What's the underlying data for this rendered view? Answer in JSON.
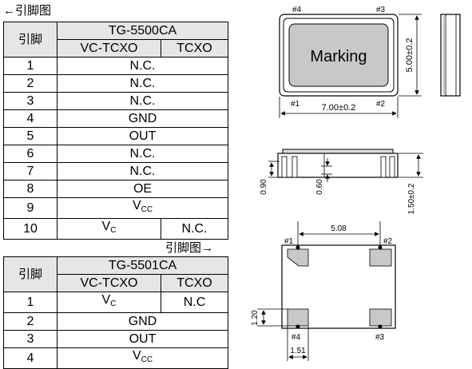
{
  "caption_top": "←引脚图",
  "caption_mid": "引脚图→",
  "table1": {
    "pin_header": "引脚",
    "model": "TG-5500CA",
    "col_vc": "VC-TCXO",
    "col_tc": "TCXO",
    "rows": [
      {
        "pin": "1",
        "func": "N.C."
      },
      {
        "pin": "2",
        "func": "N.C."
      },
      {
        "pin": "3",
        "func": "N.C."
      },
      {
        "pin": "4",
        "func": "GND"
      },
      {
        "pin": "5",
        "func": "OUT"
      },
      {
        "pin": "6",
        "func": "N.C."
      },
      {
        "pin": "7",
        "func": "N.C."
      },
      {
        "pin": "8",
        "func": "OE"
      },
      {
        "pin": "9",
        "func": "V",
        "sub": "CC"
      }
    ],
    "last_row": {
      "pin": "10",
      "vc": "V",
      "vc_sub": "C",
      "tc": "N.C."
    }
  },
  "table2": {
    "pin_header": "引脚",
    "model": "TG-5501CA",
    "col_vc": "VC-TCXO",
    "col_tc": "TCXO",
    "row1": {
      "pin": "1",
      "vc": "V",
      "vc_sub": "C",
      "tc": "N.C"
    },
    "rows": [
      {
        "pin": "2",
        "func": "GND"
      },
      {
        "pin": "3",
        "func": "OUT"
      },
      {
        "pin": "4",
        "func": "V",
        "sub": "CC"
      }
    ]
  },
  "drawing": {
    "top": {
      "pin4": "#4",
      "pin3": "#3",
      "pin1": "#1",
      "pin2": "#2",
      "marking": "Marking",
      "width_dim": "7.00±0.2",
      "height_dim": "5.00±0.2"
    },
    "side": {
      "dim_a": "0.90",
      "dim_b": "0.60",
      "dim_c": "1.50±0.2"
    },
    "bottom": {
      "pin1": "#1",
      "pin2": "#2",
      "pin3": "#3",
      "pin4": "#4",
      "pitch": "5.08",
      "pad_h": "1.20",
      "pad_w": "1.51"
    }
  }
}
